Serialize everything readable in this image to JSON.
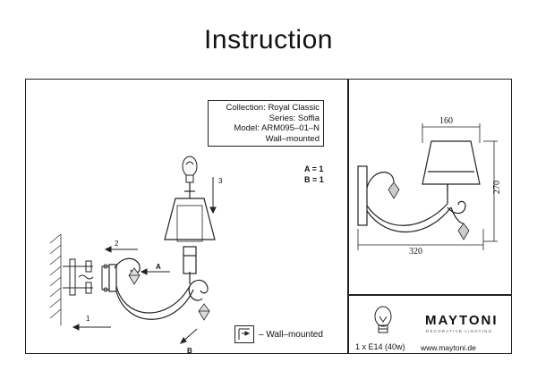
{
  "title": "Instruction",
  "info": {
    "collection": "Collection: Royal Classic",
    "series": "Series: Soffia",
    "model": "Model: ARM095–01–N",
    "mount": "Wall–mounted"
  },
  "parts": {
    "a_count": "A = 1",
    "b_count": "B = 1"
  },
  "labels": {
    "step1": "1",
    "step2": "2",
    "step3": "3",
    "part_a": "A",
    "part_b": "B"
  },
  "dimensions": {
    "width_shade": "160",
    "height": "270",
    "width_total": "320"
  },
  "legend": {
    "text": "– Wall–mounted"
  },
  "bulb": {
    "spec": "1 x E14 (40w)"
  },
  "brand": {
    "name": "MAYTONI",
    "tagline": "DECORATIVE LIGHTING",
    "website": "www.maytoni.de"
  }
}
